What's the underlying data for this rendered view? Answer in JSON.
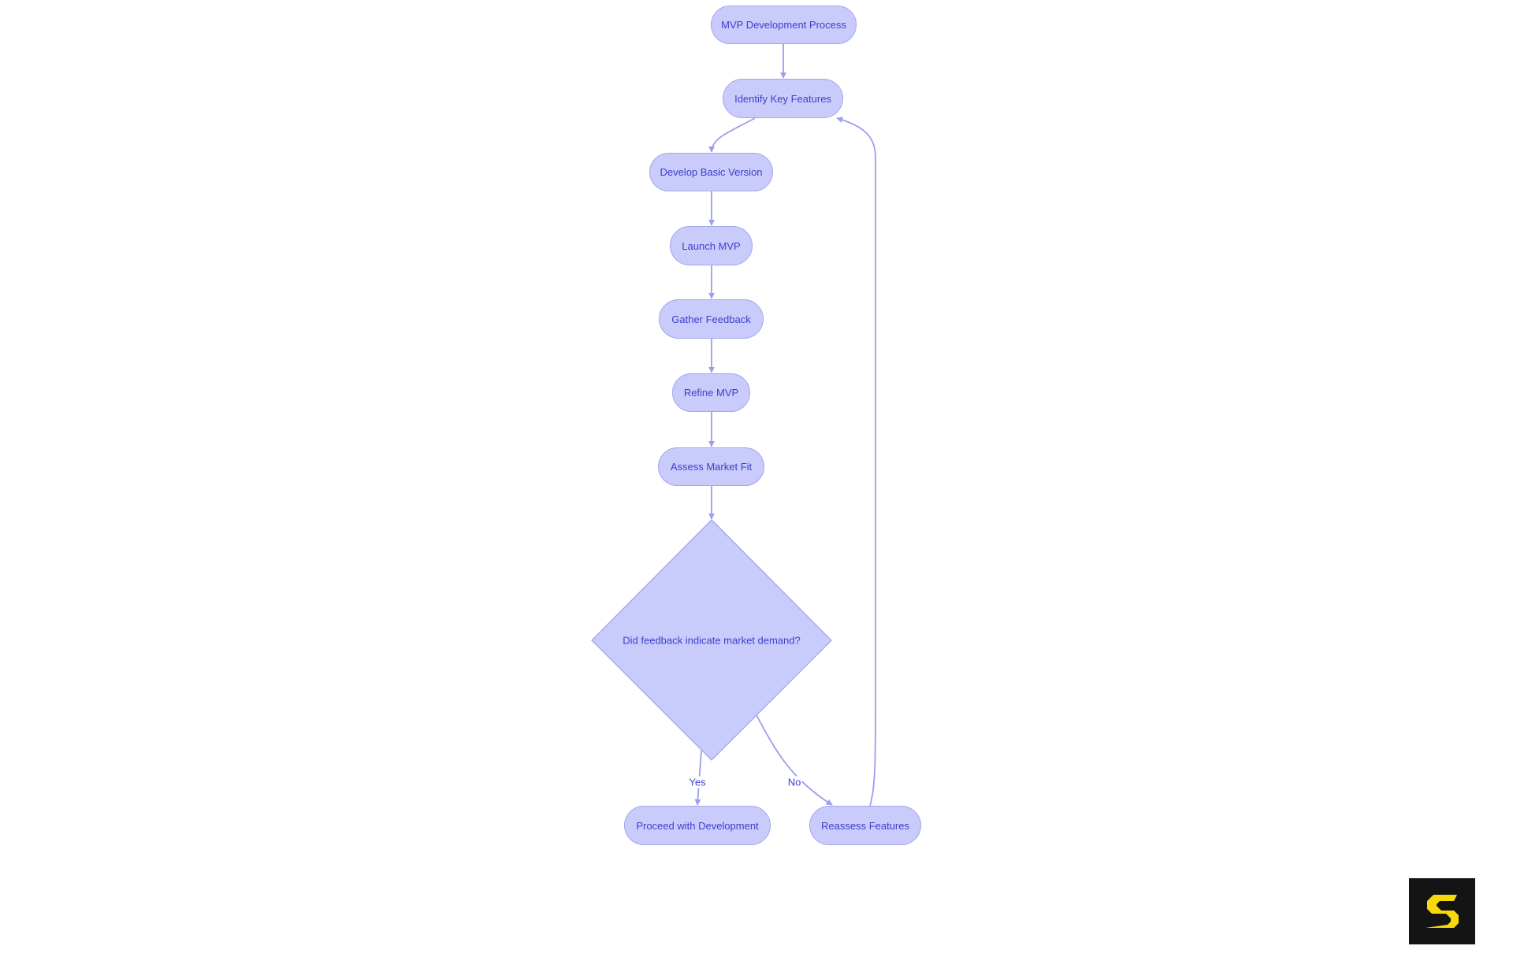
{
  "diagram": {
    "type": "flowchart",
    "direction": "top-to-bottom",
    "colors": {
      "node_fill": "#c9cbfb",
      "node_stroke": "#a3a6ef",
      "text": "#3b3fcc",
      "edge": "#9a9eef",
      "logo_bg": "#141414",
      "logo_fg": "#f5d90a"
    },
    "nodes": [
      {
        "id": "start",
        "label": "MVP Development Process",
        "shape": "stadium"
      },
      {
        "id": "identify",
        "label": "Identify Key Features",
        "shape": "stadium"
      },
      {
        "id": "develop",
        "label": "Develop Basic Version",
        "shape": "stadium"
      },
      {
        "id": "launch",
        "label": "Launch MVP",
        "shape": "stadium"
      },
      {
        "id": "gather",
        "label": "Gather Feedback",
        "shape": "stadium"
      },
      {
        "id": "refine",
        "label": "Refine MVP",
        "shape": "stadium"
      },
      {
        "id": "assess",
        "label": "Assess Market Fit",
        "shape": "stadium"
      },
      {
        "id": "decision",
        "label": "Did feedback indicate market demand?",
        "shape": "diamond"
      },
      {
        "id": "proceed",
        "label": "Proceed with Development",
        "shape": "stadium"
      },
      {
        "id": "reassess",
        "label": "Reassess Features",
        "shape": "stadium"
      }
    ],
    "edges": [
      {
        "from": "start",
        "to": "identify",
        "label": ""
      },
      {
        "from": "identify",
        "to": "develop",
        "label": ""
      },
      {
        "from": "develop",
        "to": "launch",
        "label": ""
      },
      {
        "from": "launch",
        "to": "gather",
        "label": ""
      },
      {
        "from": "gather",
        "to": "refine",
        "label": ""
      },
      {
        "from": "refine",
        "to": "assess",
        "label": ""
      },
      {
        "from": "assess",
        "to": "decision",
        "label": ""
      },
      {
        "from": "decision",
        "to": "proceed",
        "label": "Yes"
      },
      {
        "from": "decision",
        "to": "reassess",
        "label": "No"
      },
      {
        "from": "reassess",
        "to": "identify",
        "label": ""
      }
    ]
  },
  "logo": {
    "icon": "s-logo-icon"
  }
}
